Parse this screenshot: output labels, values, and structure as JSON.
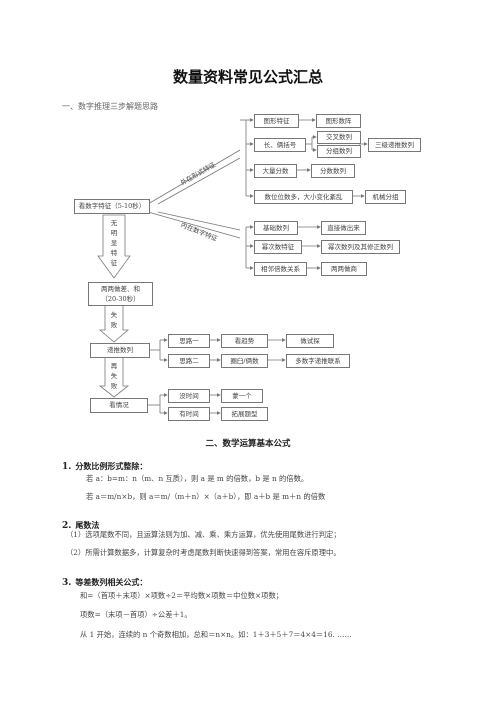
{
  "title": "数量资料常见公式汇总",
  "section1": {
    "heading": "一、数字推理三步解题思路"
  },
  "diagram": {
    "start": "看数字特征（5-10秒）",
    "outer_label": "外在形式特征",
    "inner_label": "内在数字特征",
    "no_feature": [
      "无",
      "明",
      "显",
      "特",
      "征"
    ],
    "two_two": "两两做差、和",
    "two_two_time": "（20-30秒）",
    "fail": [
      "失",
      "败"
    ],
    "recursive": "递推数列",
    "fail_again": [
      "再",
      "失",
      "败"
    ],
    "see_case": "看情况",
    "outer": [
      {
        "label": "图形特征",
        "result": "图形数阵"
      },
      {
        "label": "长、俩括号",
        "results": [
          "交叉数列",
          "分组数列"
        ],
        "extra": "三级递推数列"
      },
      {
        "label": "大量分数",
        "result": "分数数列"
      },
      {
        "label": "数位位数多，大小变化紊乱",
        "result": "机械分组"
      }
    ],
    "inner": [
      {
        "label": "基础数列",
        "result": "直接做出来"
      },
      {
        "label": "幂次数特征",
        "result": "幂次数列及其修正数列"
      },
      {
        "label": "相邻倍数关系",
        "result": "两两做商"
      }
    ],
    "ideas": [
      {
        "label": "思路一",
        "mid": "看趋势",
        "end": "做试探"
      },
      {
        "label": "思路二",
        "mid": "圈臼/俩数",
        "end": "多数字递推联系"
      }
    ],
    "time": [
      {
        "label": "没时间",
        "result": "蒙一个"
      },
      {
        "label": "有时间",
        "result": "拓展题型"
      }
    ]
  },
  "section2": {
    "heading": "二、数学运算基本公式",
    "items": [
      {
        "num": "1.",
        "title": "分数比例形式整除：",
        "lines": [
          "若 a：b=m：n（m、n 互质），则 a 是 m 的倍数，b 是 n 的倍数。",
          "若 a＝m/n×b，则 a＝m/（m＋n）×（a＋b），即 a＋b 是 m＋n 的倍数"
        ]
      },
      {
        "num": "2.",
        "title": "尾数法",
        "lines": [
          "（1）选项尾数不同，且运算法则为加、减、乘、乘方运算，优先使用尾数进行判定；",
          "（2）所需计算数据多，计算复杂时考虑尾数判断快速得到答案，常用在容斥原理中。"
        ]
      },
      {
        "num": "3.",
        "title": "等差数列相关公式：",
        "lines": [
          "和=（首项＋末项）×项数÷2＝平均数×项数＝中位数×项数；",
          "项数=（末项－首项）÷公差＋1。",
          "从 1 开始，连续的 n 个奇数相加，总和＝n×n。如：1＋3＋5＋7＝4×4＝16. ……"
        ]
      }
    ]
  }
}
